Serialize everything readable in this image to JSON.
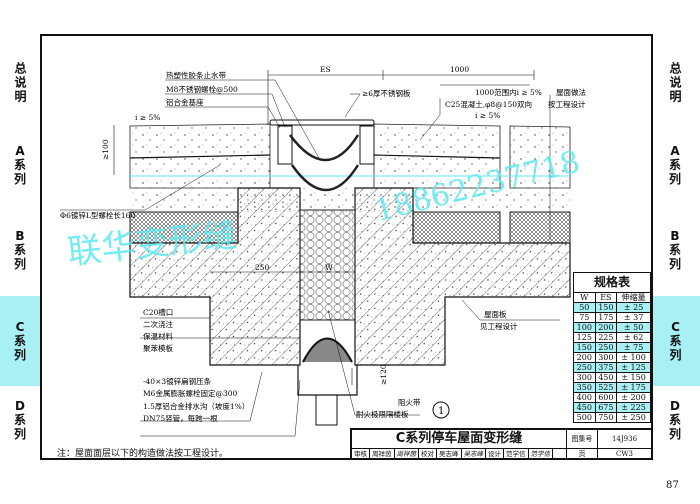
{
  "side_tabs": [
    {
      "label": "总说明",
      "active": false
    },
    {
      "label": "A系列",
      "active": false
    },
    {
      "label": "B系列",
      "active": false
    },
    {
      "label": "C系列",
      "active": true
    },
    {
      "label": "D系列",
      "active": false
    }
  ],
  "drawing": {
    "dims": {
      "es": "ES",
      "d1000": "1000",
      "ge100": "≥100",
      "d250": "250",
      "w": "W",
      "ge120": "≥120"
    },
    "labels": {
      "waterstop": "热塑性胶条止水带",
      "bolt_m8": "M8不锈钢螺栓@500",
      "base": "铝合金基座",
      "slope_left": "i ≥ 5%",
      "steel_plate": "≥6厚不锈钢板",
      "range_slope": "1000范围内i ≥ 5%",
      "concrete": "C25混凝土,φ8@150双向",
      "slope_right": "i ≥ 5%",
      "roof_method_1": "屋面做法",
      "roof_method_2": "按工程设计",
      "l_bolt": "Φ6镀锌L型螺栓长160",
      "c20": "C20槽口",
      "pour": "二次浇注",
      "insul": "保温材料",
      "formwork": "聚苯模板",
      "roof_slab_1": "屋面板",
      "roof_slab_2": "见工程设计",
      "strip": "-40×3镀锌扁钢压条",
      "m6": "M6金属膨胀螺栓固定@300",
      "gutter": "1.5厚铝合金排水沟（坡度1%）",
      "pipe": "DN75竖管，每跨一根",
      "fire_band": "阻火带",
      "fire_board": "耐火极限隔楼板",
      "detail_no": "1"
    }
  },
  "spec_table": {
    "title": "规格表",
    "headers": [
      "W",
      "ES",
      "伸缩量"
    ],
    "rows": [
      [
        "50",
        "150",
        "± 25"
      ],
      [
        "75",
        "175",
        "± 37"
      ],
      [
        "100",
        "200",
        "± 50"
      ],
      [
        "125",
        "225",
        "± 62"
      ],
      [
        "150",
        "250",
        "± 75"
      ],
      [
        "200",
        "300",
        "± 100"
      ],
      [
        "250",
        "375",
        "± 125"
      ],
      [
        "300",
        "450",
        "± 150"
      ],
      [
        "350",
        "525",
        "± 175"
      ],
      [
        "400",
        "600",
        "± 200"
      ],
      [
        "450",
        "675",
        "± 225"
      ],
      [
        "500",
        "750",
        "± 250"
      ]
    ]
  },
  "title_block": {
    "title": "C系列停车屋面变形缝",
    "atlas_label": "图集号",
    "atlas_no": "14J936",
    "page_label": "页",
    "page_code": "CW3",
    "signatures": [
      "审核",
      "周祥茵",
      "周祥茵",
      "校对",
      "吴志峰",
      "吴志峰",
      "设计",
      "范学信",
      "范学信"
    ]
  },
  "note": "注：屋面面层以下的构造做法按工程设计。",
  "page_number": "87",
  "watermark": {
    "text": "联华变形缝",
    "phone": "18862237718"
  },
  "colors": {
    "accent": "#a8f0f4",
    "watermark": "#5ee8f0"
  }
}
